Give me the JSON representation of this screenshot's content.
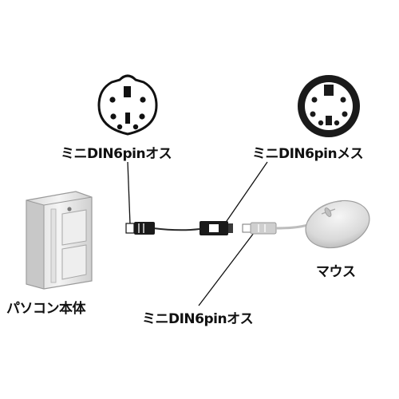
{
  "labels": {
    "top_left_plug": "ミニDIN6pinオス",
    "top_right_jack": "ミニDIN6pinメス",
    "bottom_plug": "ミニDIN6pinオス",
    "computer": "パソコン本体",
    "mouse": "マウス"
  },
  "icons": {
    "male_connector": "mini-din-6pin-male-icon",
    "female_connector": "mini-din-6pin-female-icon",
    "computer": "desktop-tower-icon",
    "mouse": "mouse-icon"
  },
  "colors": {
    "text": "#111111",
    "female_face": "#1a1a1a",
    "cable": "#2a2a2a",
    "mouse_cable": "#bdbdbd"
  }
}
